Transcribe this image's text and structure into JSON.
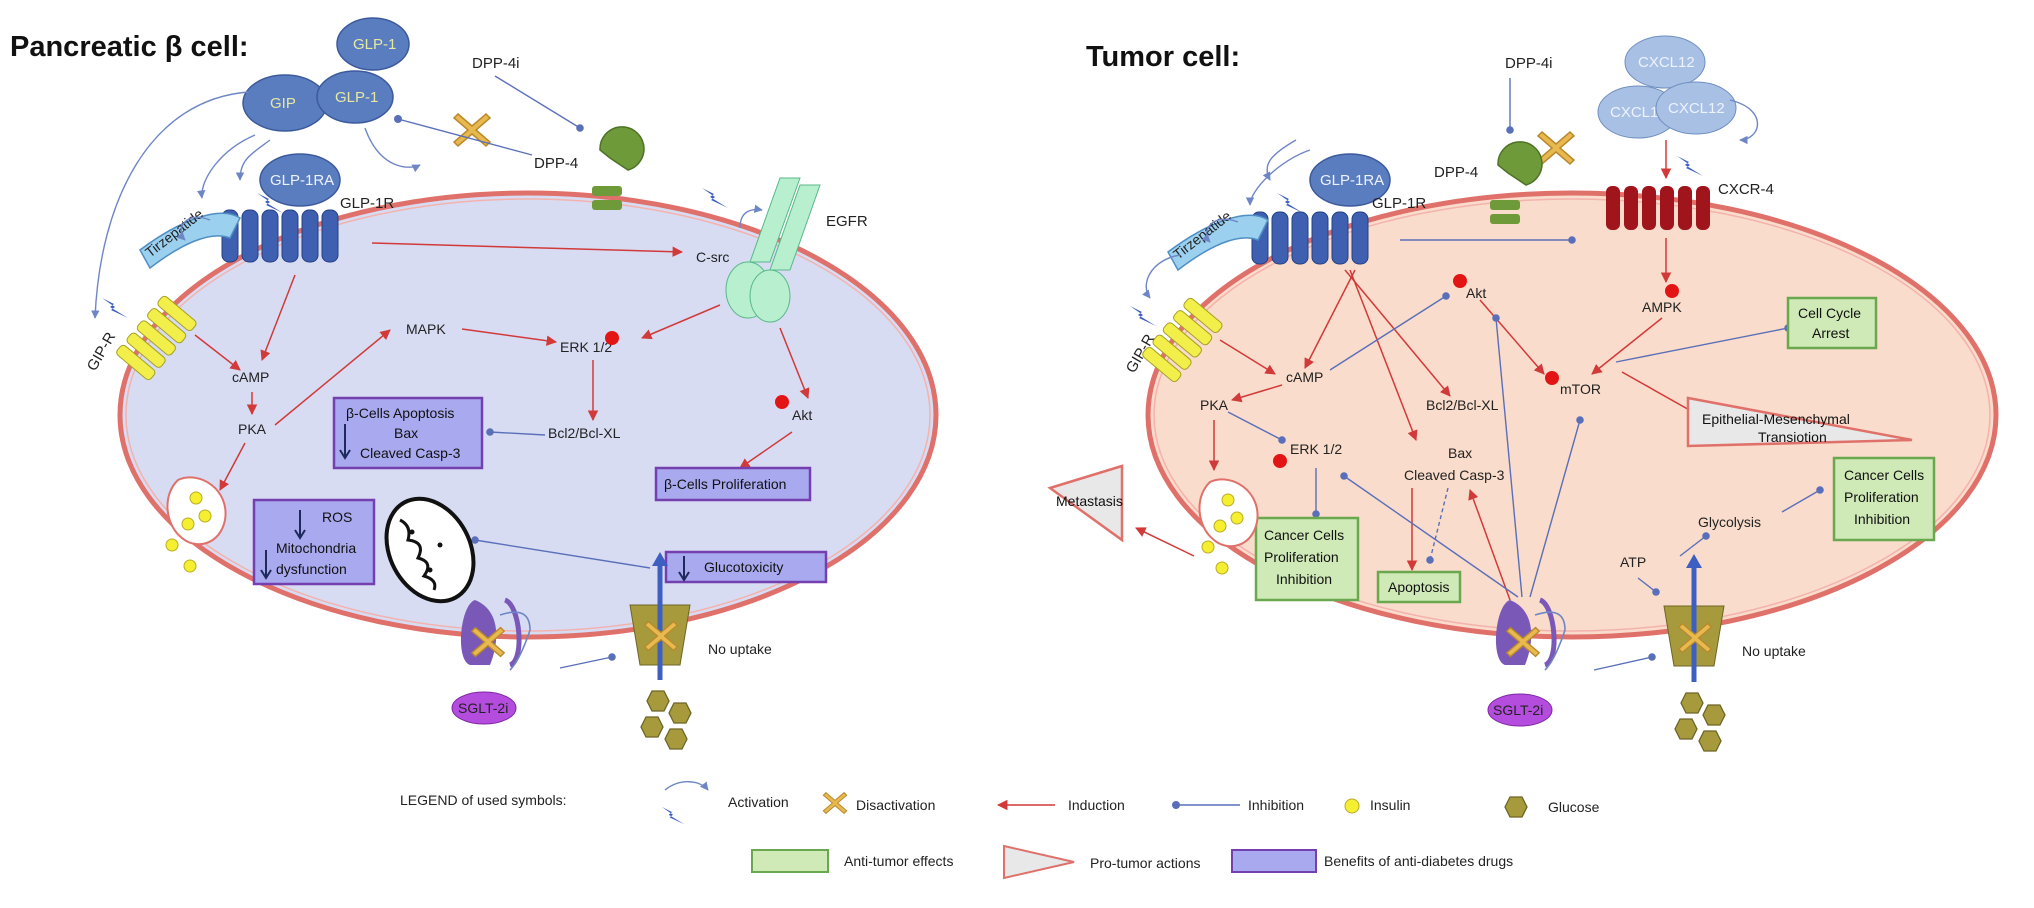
{
  "panels": {
    "left_title": "Pancreatic β cell:",
    "right_title": "Tumor cell:"
  },
  "left": {
    "gip": "GIP",
    "glp1_a": "GLP-1",
    "glp1_b": "GLP-1",
    "dpp4i": "DPP-4i",
    "dpp4": "DPP-4",
    "glp1ra": "GLP-1RA",
    "glp1r": "GLP-1R",
    "tirzepatide": "Tirzepatide",
    "gipr": "GIP-R",
    "egfr": "EGFR",
    "csrc": "C-src",
    "mapk": "MAPK",
    "erk": "ERK 1/2",
    "camp": "cAMP",
    "pka": "PKA",
    "bcl2": "Bcl2/Bcl-XL",
    "akt": "Akt",
    "apoptosis_box": [
      "β-Cells Apoptosis",
      "Bax",
      "Cleaved Casp-3"
    ],
    "proliferation_box": "β-Cells Proliferation",
    "ros_box": [
      "ROS",
      "Mitochondria",
      "dysfunction"
    ],
    "glucotoxicity_box": "Glucotoxicity",
    "no_uptake": "No uptake",
    "sglt2i": "SGLT-2i"
  },
  "right": {
    "dpp4i": "DPP-4i",
    "dpp4": "DPP-4",
    "cxcl12_a": "CXCL12",
    "cxcl12_b": "CXCL12",
    "cxcl12_c": "CXCL12",
    "cxcr4": "CXCR-4",
    "glp1ra": "GLP-1RA",
    "glp1r": "GLP-1R",
    "tirzepatide": "Tirzepatide",
    "gipr": "GIP-R",
    "akt": "Akt",
    "ampk": "AMPK",
    "camp": "cAMP",
    "pka": "PKA",
    "bcl2": "Bcl2/Bcl-XL",
    "mtor": "mTOR",
    "erk": "ERK 1/2",
    "bax": "Bax",
    "casp3": "Cleaved Casp-3",
    "cell_cycle_box": [
      "Cell Cycle",
      "Arrest"
    ],
    "emt": [
      "Epithelial-Mesenchymal",
      "Transiotion"
    ],
    "metastasis": "Metastasis",
    "cancer_box_left": [
      "Cancer Cells",
      "Proliferation",
      "Inhibition"
    ],
    "cancer_box_right": [
      "Cancer Cells",
      "Proliferation",
      "Inhibition"
    ],
    "apoptosis": "Apoptosis",
    "glycolysis": "Glycolysis",
    "atp": "ATP",
    "no_uptake": "No uptake",
    "sglt2i": "SGLT-2i"
  },
  "legend": {
    "heading": "LEGEND of used symbols:",
    "activation": "Activation",
    "disactivation": "Disactivation",
    "induction": "Induction",
    "inhibition": "Inhibition",
    "insulin": "Insulin",
    "glucose": "Glucose",
    "anti_tumor": "Anti-tumor effects",
    "pro_tumor": "Pro-tumor actions",
    "benefits": "Benefits of anti-diabetes drugs"
  },
  "colors": {
    "left_cell_fill": "#d7dcf3",
    "right_cell_fill": "#f9dccb",
    "membrane": "#e0706a",
    "receptor_blue": "#3f5fb0",
    "peptide_oval": "#5a7dc0",
    "cxcl12_oval": "#a8c0e4",
    "dpp4_green": "#6e9a3a",
    "cxcr4_red": "#a0151c",
    "yellow_rec": "#f2ee4a",
    "egfr_green": "#b7efcf",
    "induction_red": "#d23a3a",
    "inhibition_blue": "#5a6fb9",
    "purple_box": "#a9a9ef",
    "green_box": "#cfe9b7",
    "glucose_hex": "#a69a3d",
    "insulin_dot": "#f6ee30",
    "x_mark": "#e8b94f"
  }
}
